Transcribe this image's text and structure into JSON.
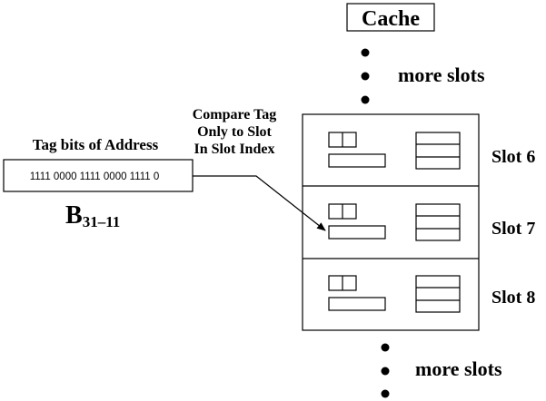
{
  "cache_label": "Cache",
  "more_slots_top": "more slots",
  "more_slots_bottom": "more slots",
  "address": {
    "title": "Tag bits of Address",
    "bits": "1111 0000 1111 0000 1111 0",
    "bits_label_main": "B",
    "bits_label_sub": "31–11"
  },
  "compare_note": {
    "line1": "Compare Tag",
    "line2": "Only to Slot",
    "line3": "In Slot Index"
  },
  "slots": [
    {
      "label": "Slot 6"
    },
    {
      "label": "Slot 7"
    },
    {
      "label": "Slot 8"
    }
  ]
}
